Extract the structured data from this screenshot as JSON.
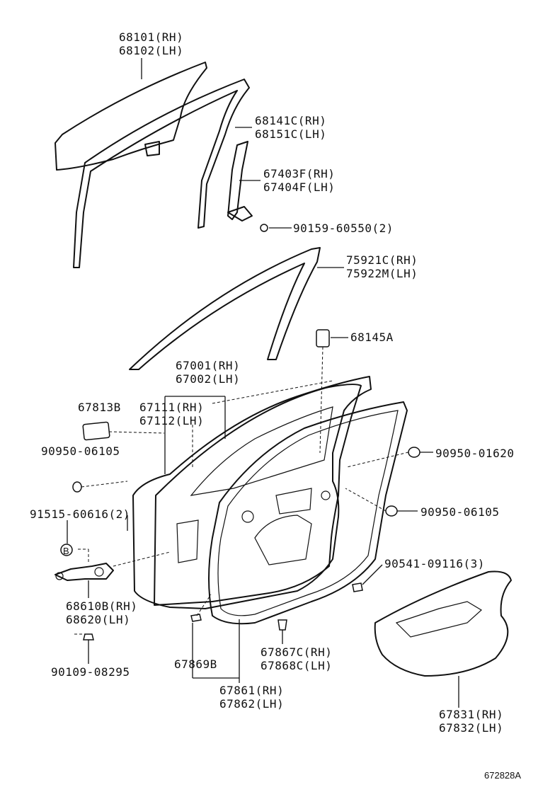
{
  "callouts": {
    "p68101": "68101(RH)",
    "p68102": "68102(LH)",
    "p68141c": "68141C(RH)",
    "p68151c": "68151C(LH)",
    "p67403f": "67403F(RH)",
    "p67404f": "67404F(LH)",
    "p90159": "90159-60550(2)",
    "p75921c": "75921C(RH)",
    "p75922m": "75922M(LH)",
    "p68145a": "68145A",
    "p67001": "67001(RH)",
    "p67002": "67002(LH)",
    "p67813b": "67813B",
    "p67111": "67111(RH)",
    "p67112": "67112(LH)",
    "p90950_06105_left": "90950-06105",
    "p90950_01620": "90950-01620",
    "p91515": "91515-60616(2)",
    "p90950_06105_right": "90950-06105",
    "p90541": "90541-09116(3)",
    "p68610b": "68610B(RH)",
    "p68620": "68620(LH)",
    "p90109": "90109-08295",
    "p67869b": "67869B",
    "p67867c": "67867C(RH)",
    "p67868c": "67868C(LH)",
    "p67861": "67861(RH)",
    "p67862": "67862(LH)",
    "p67831": "67831(RH)",
    "p67832": "67832(LH)",
    "circle_b": "B"
  },
  "footer": {
    "figure_code": "672828A"
  }
}
